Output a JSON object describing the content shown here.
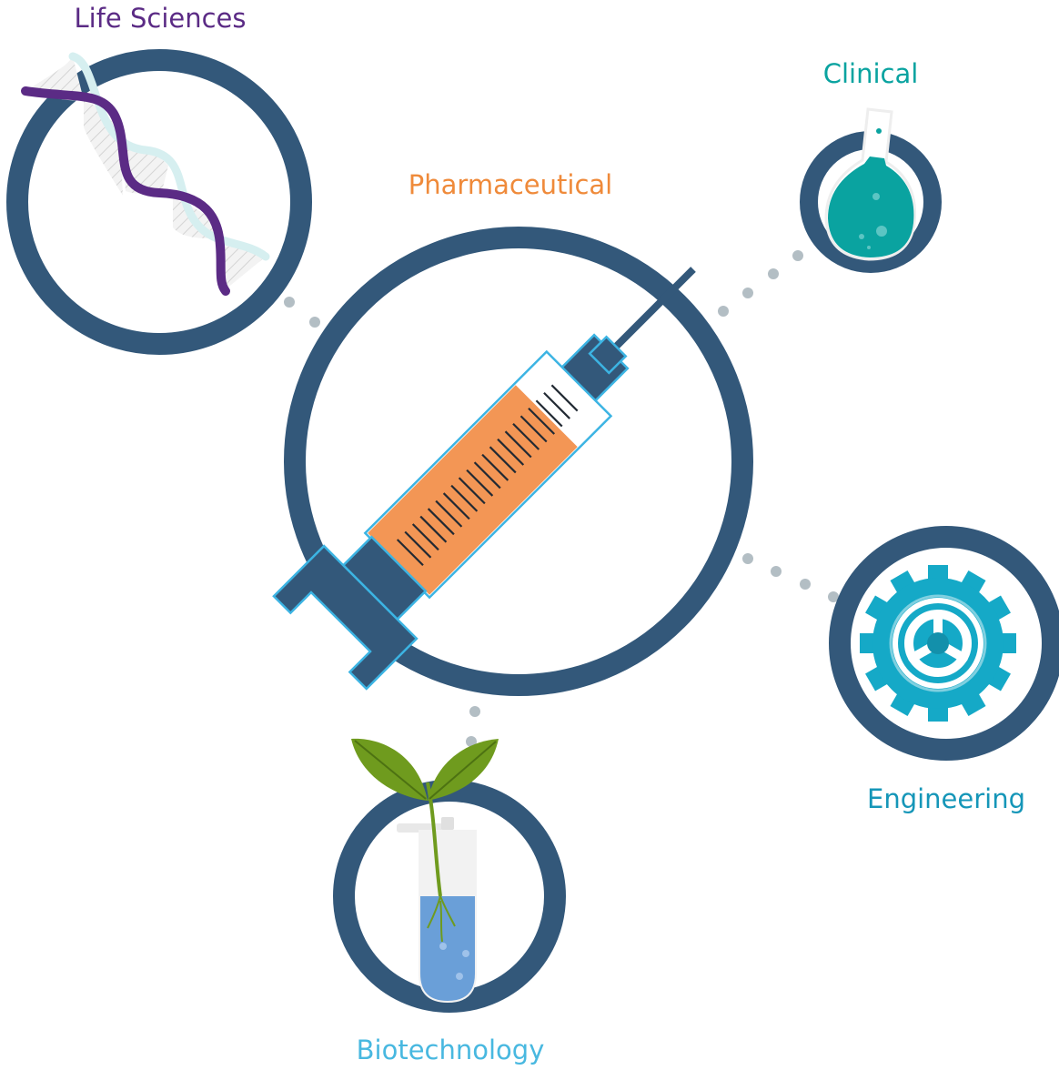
{
  "labels": {
    "life_sciences": "Life Sciences",
    "clinical": "Clinical",
    "pharmaceutical": "Pharmaceutical",
    "engineering": "Engineering",
    "biotechnology": "Biotechnology"
  },
  "colors": {
    "ring": "#33587a",
    "connector_dot": "#b3bec4",
    "life_sciences_label": "#5b2b85",
    "clinical_label": "#0aa3a0",
    "pharmaceutical_label": "#ef8a3a",
    "engineering_label": "#1596b8",
    "biotechnology_label": "#48b8e0",
    "dna_strand": "#5b2b85",
    "dna_backbone": "#d6eff0",
    "flask_liquid": "#0aa3a0",
    "syringe_fluid": "#f39655",
    "syringe_outline": "#3cb4e3",
    "gear": "#15a9c7",
    "test_tube_liquid": "#6a9fd8",
    "leaf": "#6f9b1e"
  },
  "icons": {
    "life_sciences": "dna-icon",
    "clinical": "flask-icon",
    "pharmaceutical": "syringe-icon",
    "engineering": "gear-icon",
    "biotechnology": "plant-test-tube-icon"
  }
}
